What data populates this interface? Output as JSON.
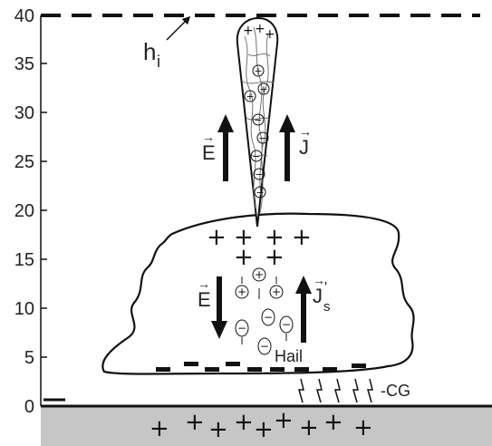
{
  "axis": {
    "ticks": [
      "0",
      "5",
      "10",
      "15",
      "20",
      "25",
      "30",
      "35",
      "40"
    ]
  },
  "labels": {
    "ionosphere_height": "h",
    "ionosphere_height_sub": "i",
    "field_upper": "E",
    "current_upper": "J",
    "field_lower": "E",
    "current_lower": "J",
    "current_lower_sup": "'",
    "current_lower_sub": "s",
    "hail": "Hail",
    "cloud_to_ground": "-CG"
  },
  "charges": {
    "cloud_top_row1": [
      "+",
      "+",
      "+",
      "+"
    ],
    "cloud_top_row2": [
      "+",
      "+"
    ],
    "ground": [
      "+",
      "+",
      "+",
      "+",
      "+",
      "+",
      "+",
      "+",
      "+"
    ]
  },
  "colors": {
    "ground": "#c6c6c6",
    "ink": "#111111"
  }
}
